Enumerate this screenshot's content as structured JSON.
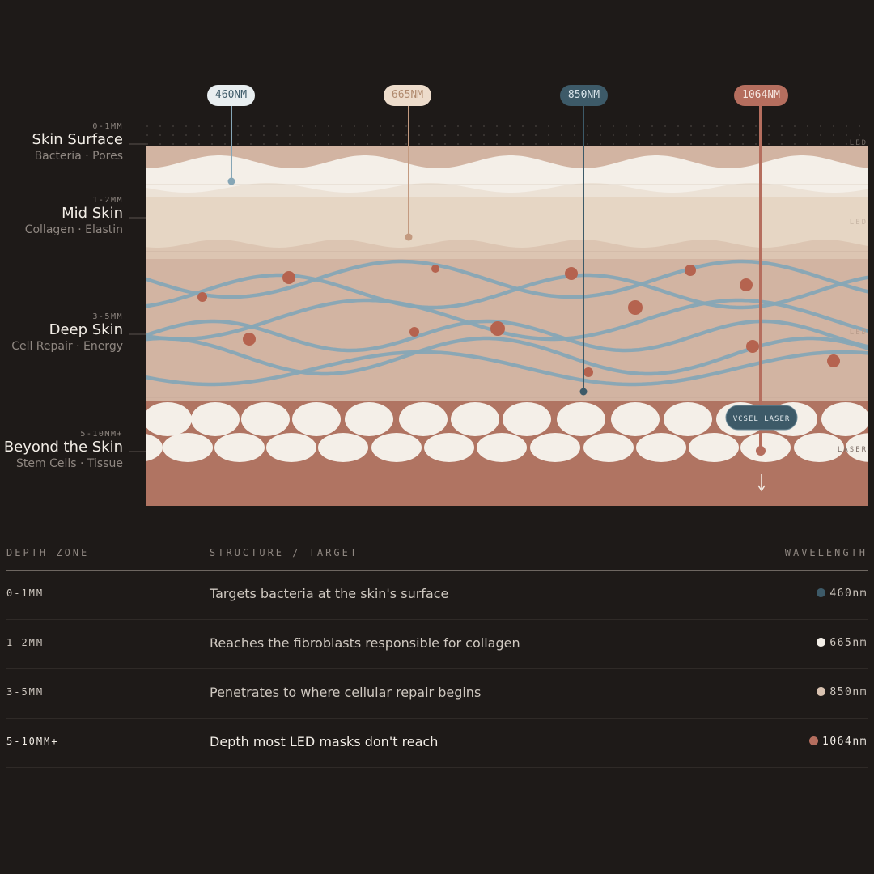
{
  "zones": [
    {
      "depth": "0-1MM",
      "title": "Skin Surface",
      "sub": "Bacteria · Pores"
    },
    {
      "depth": "1-2MM",
      "title": "Mid Skin",
      "sub": "Collagen · Elastin"
    },
    {
      "depth": "3-5MM",
      "title": "Deep Skin",
      "sub": "Cell Repair · Energy"
    },
    {
      "depth": "5-10MM+",
      "title": "Beyond the Skin",
      "sub": "Stem Cells · Tissue"
    }
  ],
  "wavelength_pills": [
    {
      "label": "460NM",
      "bg": "#e8eef0",
      "fg": "#3d5a68"
    },
    {
      "label": "665NM",
      "bg": "#eddccb",
      "fg": "#b08a6e"
    },
    {
      "label": "850NM",
      "bg": "#3d5a68",
      "fg": "#d8e4ea"
    },
    {
      "label": "1064NM",
      "bg": "#b56e5e",
      "fg": "#f6e8e2"
    }
  ],
  "layer_tags": [
    "LED",
    "LED",
    "LED",
    "LASER"
  ],
  "vcsel_label": "VCSEL LASER",
  "colors": {
    "background": "#1e1a18",
    "surface": "#f4efe8",
    "mid": "#e6d6c4",
    "deep": "#d2b4a2",
    "fiber": "#86a6b6",
    "cell": "#f4efe8",
    "tissue": "#b07462",
    "dot": "#b5634f"
  },
  "table": {
    "headers": {
      "zone": "DEPTH ZONE",
      "structure": "STRUCTURE / TARGET",
      "wavelength": "WAVELENGTH"
    },
    "rows": [
      {
        "zone": "0-1MM",
        "target": "Targets bacteria at the skin's surface",
        "wavelength": "460nm",
        "dot": "#3d5a68"
      },
      {
        "zone": "1-2MM",
        "target": "Reaches the fibroblasts responsible for collagen",
        "wavelength": "665nm",
        "dot": "#f4efe8"
      },
      {
        "zone": "3-5MM",
        "target": "Penetrates to where cellular repair begins",
        "wavelength": "850nm",
        "dot": "#d9c2b0"
      },
      {
        "zone": "5-10MM+",
        "target": "Depth most LED masks don't reach",
        "wavelength": "1064nm",
        "dot": "#b56e5e"
      }
    ]
  }
}
